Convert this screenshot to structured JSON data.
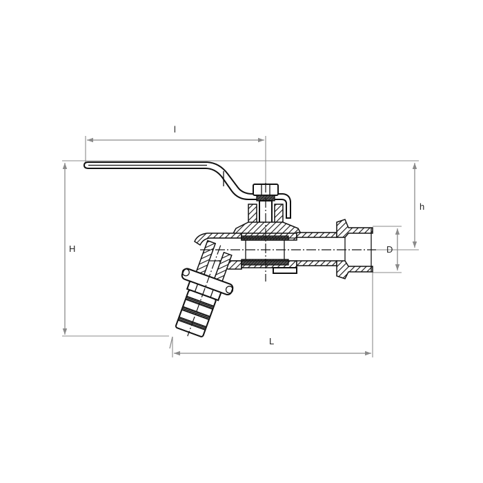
{
  "drawing": {
    "subject": "Ball valve garden tap with lever handle and hose connector",
    "dimensions": {
      "handle_length": "l",
      "total_height": "H",
      "handle_height": "h",
      "overall_length": "L",
      "thread_diameter": "D"
    }
  },
  "colors": {
    "line": "#111111",
    "dimension": "#8a8a8a",
    "background": "#ffffff"
  }
}
